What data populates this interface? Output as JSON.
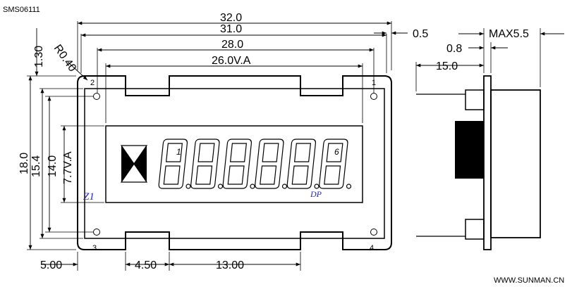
{
  "drawing": {
    "model": "SMS06111",
    "website": "WWW.SUNMAN.CN",
    "dimensions": {
      "overall_width": "32.0",
      "hole_span": "31.0",
      "inner_span": "28.0",
      "viewing_area_width": "26.0V.A",
      "side_offset": "0.5",
      "max_depth": "MAX5.5",
      "pin_thickness": "0.8",
      "pin_length": "15.0",
      "top_margin": "1.30",
      "corner_radius": "R0.40",
      "overall_height": "18.0",
      "height_2": "15.4",
      "height_3": "14.0",
      "viewing_area_height": "7.7V.A",
      "left_margin": "5.00",
      "pin_gap": "4.50",
      "tab_width": "13.00"
    },
    "labels": {
      "hole_1": "1",
      "hole_2": "2",
      "hole_3": "3",
      "hole_4": "4",
      "digit_first": "1",
      "digit_last": "6",
      "z1": "Z1",
      "dp": "DP"
    },
    "digit_count": 6
  }
}
